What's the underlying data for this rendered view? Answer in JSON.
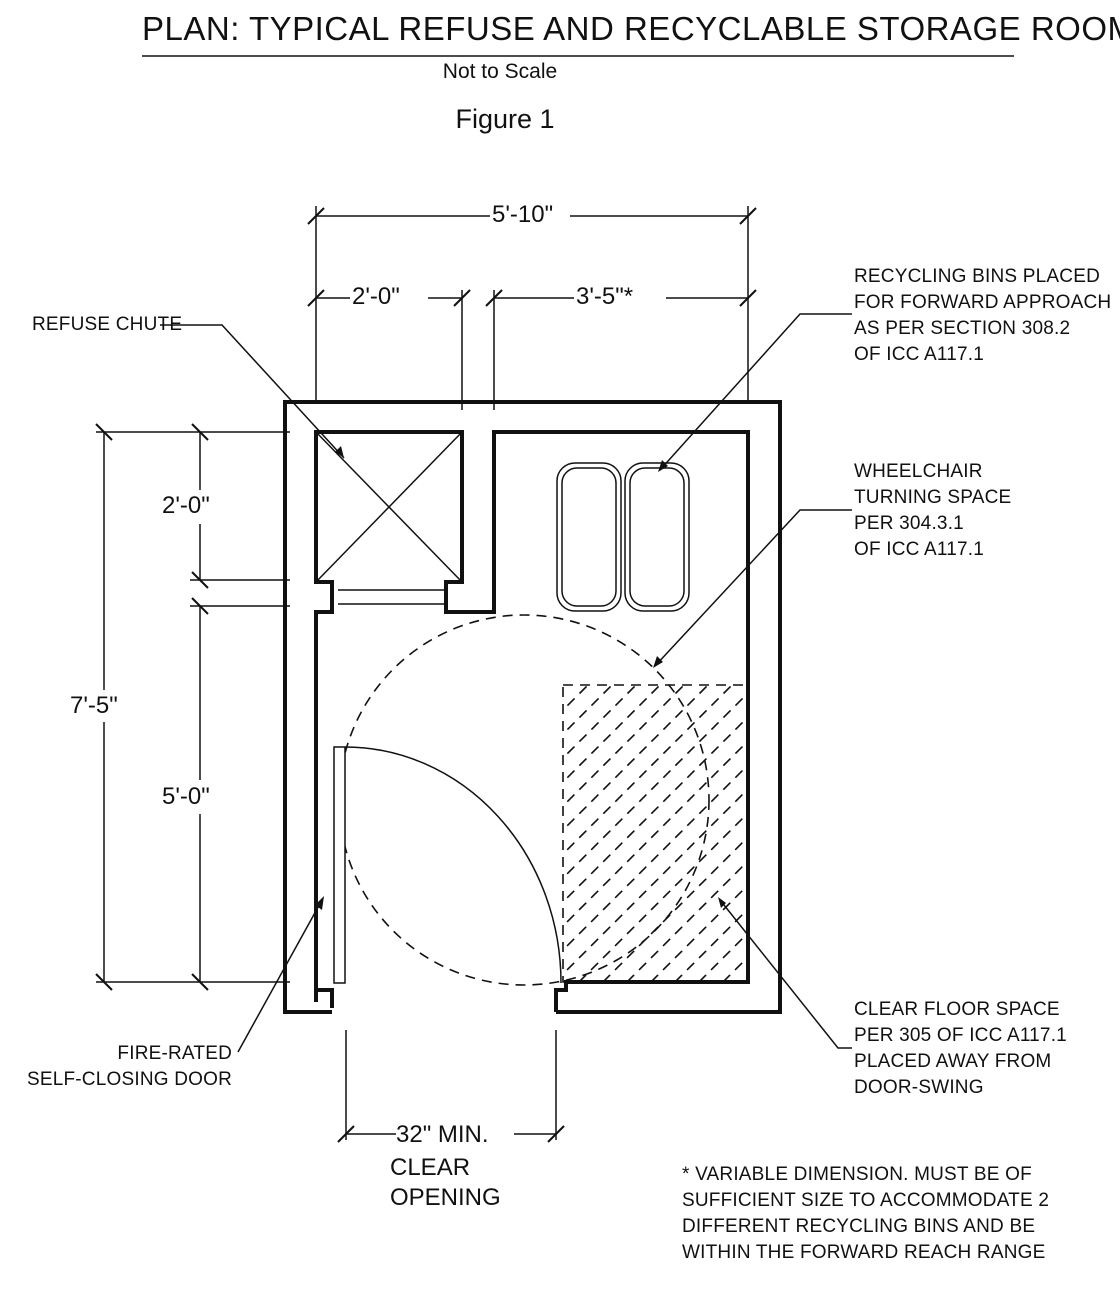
{
  "title": "PLAN: TYPICAL REFUSE AND RECYCLABLE STORAGE ROOM",
  "scale_note": "Not to Scale",
  "figure_label": "Figure 1",
  "dimensions": {
    "overall_width": "5'-10\"",
    "chute_width": "2'-0\"",
    "bin_zone_width": "3'-5\"*",
    "overall_depth": "7'-5\"",
    "chute_depth": "2'-0\"",
    "turning_depth": "5'-0\"",
    "door_opening_line1": "32\" MIN.",
    "door_opening_line2": "CLEAR",
    "door_opening_line3": "OPENING"
  },
  "labels": {
    "refuse_chute": "REFUSE CHUTE",
    "recycling_bins": [
      "RECYCLING BINS PLACED",
      "FOR FORWARD APPROACH",
      "AS PER SECTION 308.2",
      "OF ICC A117.1"
    ],
    "wheelchair": [
      "WHEELCHAIR",
      "TURNING SPACE",
      "PER 304.3.1",
      "OF ICC A117.1"
    ],
    "clear_floor": [
      "CLEAR FLOOR SPACE",
      "PER 305 OF ICC A117.1",
      "PLACED AWAY FROM",
      "DOOR-SWING"
    ],
    "door": [
      "FIRE-RATED",
      "SELF-CLOSING DOOR"
    ],
    "note": [
      "* VARIABLE DIMENSION. MUST BE OF",
      "SUFFICIENT SIZE TO ACCOMMODATE 2",
      "DIFFERENT RECYCLING BINS AND BE",
      "WITHIN THE FORWARD REACH RANGE"
    ]
  }
}
